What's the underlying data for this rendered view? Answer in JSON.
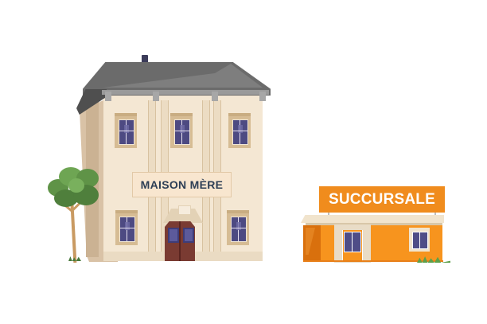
{
  "scene": {
    "description": "Illustration of a head office building and a branch office",
    "background_color": "#ffffff"
  },
  "main_building": {
    "sign_label": "MAISON MÈRE",
    "sign_text_color": "#2c3e55",
    "wall_color": "#f4e7d3",
    "roof_color": "#6b6b6b",
    "door_color": "#7a3b32",
    "window_count": 5
  },
  "branch_building": {
    "sign_label": "SUCCURSALE",
    "sign_color": "#f08c1d",
    "sign_text_color": "#ffffff",
    "wall_color": "#f7941e"
  },
  "decor": {
    "tree": "tree-icon",
    "grass": "grass-icon"
  }
}
